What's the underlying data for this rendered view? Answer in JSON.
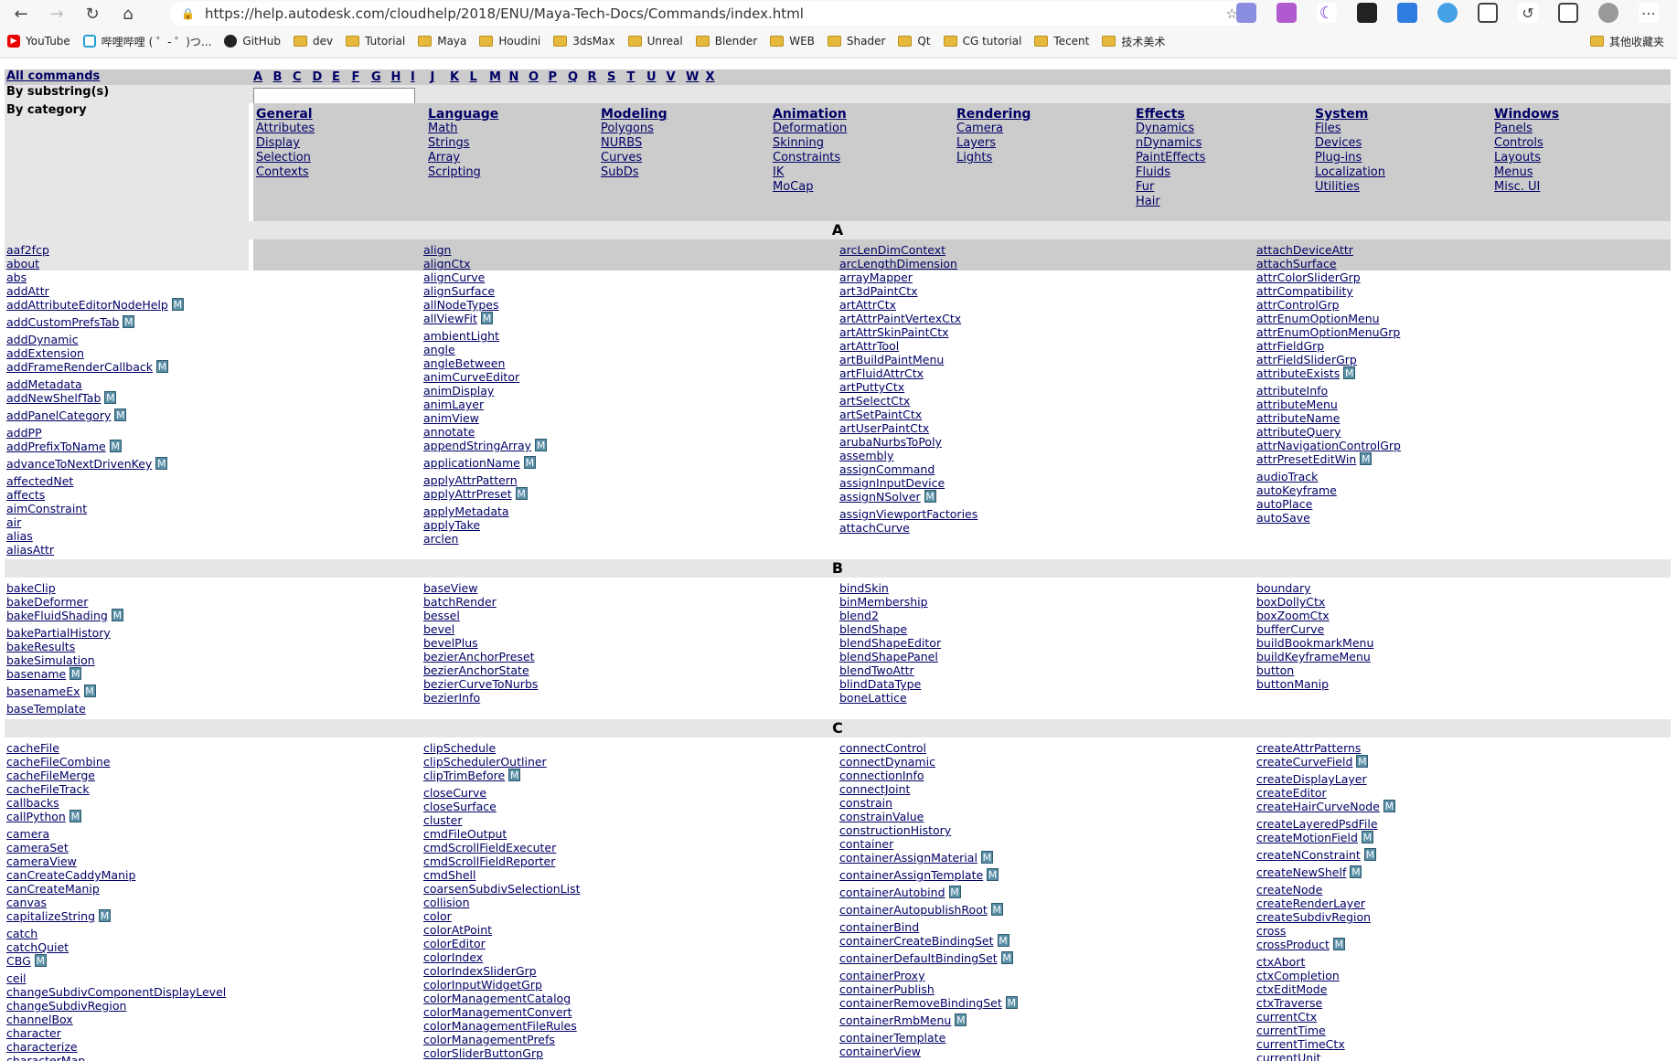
{
  "browser": {
    "url": "https://help.autodesk.com/cloudhelp/2018/ENU/Maya-Tech-Docs/Commands/index.html",
    "bookmarks": [
      "YouTube",
      "哔哩哔哩 ( ゜- ゜)つ...",
      "GitHub",
      "dev",
      "Tutorial",
      "Maya",
      "Houdini",
      "3dsMax",
      "Unreal",
      "Blender",
      "WEB",
      "Shader",
      "Qt",
      "CG tutorial",
      "Tecent",
      "技术美术"
    ],
    "other_bookmarks": "其他收藏夹"
  },
  "nav": {
    "all_commands": "All commands",
    "by_substring": "By substring(s)",
    "by_category": "By category",
    "letters": [
      "A",
      "B",
      "C",
      "D",
      "E",
      "F",
      "G",
      "H",
      "I",
      "J",
      "K",
      "L",
      "M",
      "N",
      "O",
      "P",
      "Q",
      "R",
      "S",
      "T",
      "U",
      "V",
      "W",
      "X"
    ]
  },
  "categories": [
    {
      "head": "General",
      "items": [
        "Attributes",
        "Display",
        "Selection",
        "Contexts"
      ]
    },
    {
      "head": "Language",
      "items": [
        "Math",
        "Strings",
        "Array",
        "Scripting"
      ]
    },
    {
      "head": "Modeling",
      "items": [
        "Polygons",
        "NURBS",
        "Curves",
        "SubDs"
      ]
    },
    {
      "head": "Animation",
      "items": [
        "Deformation",
        "Skinning",
        "Constraints",
        "IK",
        "MoCap"
      ]
    },
    {
      "head": "Rendering",
      "items": [
        "Camera",
        "Layers",
        "Lights"
      ]
    },
    {
      "head": "Effects",
      "items": [
        "Dynamics",
        "nDynamics",
        "PaintEffects",
        "Fluids",
        "Fur",
        "Hair"
      ]
    },
    {
      "head": "System",
      "items": [
        "Files",
        "Devices",
        "Plug-ins",
        "Localization",
        "Utilities"
      ]
    },
    {
      "head": "Windows",
      "items": [
        "Panels",
        "Controls",
        "Layouts",
        "Menus",
        "Misc. UI"
      ]
    }
  ],
  "m_badge": "M",
  "sections": [
    {
      "letter": "A",
      "cols": [
        [
          "aaf2fcp",
          "about",
          "abs",
          "addAttr",
          "addAttributeEditorNodeHelp*",
          "addCustomPrefsTab*",
          "addDynamic",
          "addExtension",
          "addFrameRenderCallback*",
          "addMetadata",
          "addNewShelfTab*",
          "addPanelCategory*",
          "addPP",
          "addPrefixToName*",
          "advanceToNextDrivenKey*",
          "affectedNet",
          "affects",
          "aimConstraint",
          "air",
          "alias",
          "aliasAttr"
        ],
        [
          "align",
          "alignCtx",
          "alignCurve",
          "alignSurface",
          "allNodeTypes",
          "allViewFit*",
          "ambientLight",
          "angle",
          "angleBetween",
          "animCurveEditor",
          "animDisplay",
          "animLayer",
          "animView",
          "annotate",
          "appendStringArray*",
          "applicationName*",
          "applyAttrPattern",
          "applyAttrPreset*",
          "applyMetadata",
          "applyTake",
          "arclen"
        ],
        [
          "arcLenDimContext",
          "arcLengthDimension",
          "arrayMapper",
          "art3dPaintCtx",
          "artAttrCtx",
          "artAttrPaintVertexCtx",
          "artAttrSkinPaintCtx",
          "artAttrTool",
          "artBuildPaintMenu",
          "artFluidAttrCtx",
          "artPuttyCtx",
          "artSelectCtx",
          "artSetPaintCtx",
          "artUserPaintCtx",
          "arubaNurbsToPoly",
          "assembly",
          "assignCommand",
          "assignInputDevice",
          "assignNSolver*",
          "assignViewportFactories",
          "attachCurve"
        ],
        [
          "attachDeviceAttr",
          "attachSurface",
          "attrColorSliderGrp",
          "attrCompatibility",
          "attrControlGrp",
          "attrEnumOptionMenu",
          "attrEnumOptionMenuGrp",
          "attrFieldGrp",
          "attrFieldSliderGrp",
          "attributeExists*",
          "attributeInfo",
          "attributeMenu",
          "attributeName",
          "attributeQuery",
          "attrNavigationControlGrp",
          "attrPresetEditWin*",
          "audioTrack",
          "autoKeyframe",
          "autoPlace",
          "autoSave"
        ]
      ]
    },
    {
      "letter": "B",
      "cols": [
        [
          "bakeClip",
          "bakeDeformer",
          "bakeFluidShading*",
          "bakePartialHistory",
          "bakeResults",
          "bakeSimulation",
          "basename*",
          "basenameEx*",
          "baseTemplate"
        ],
        [
          "baseView",
          "batchRender",
          "bessel",
          "bevel",
          "bevelPlus",
          "bezierAnchorPreset",
          "bezierAnchorState",
          "bezierCurveToNurbs",
          "bezierInfo"
        ],
        [
          "bindSkin",
          "binMembership",
          "blend2",
          "blendShape",
          "blendShapeEditor",
          "blendShapePanel",
          "blendTwoAttr",
          "blindDataType",
          "boneLattice"
        ],
        [
          "boundary",
          "boxDollyCtx",
          "boxZoomCtx",
          "bufferCurve",
          "buildBookmarkMenu",
          "buildKeyframeMenu",
          "button",
          "buttonManip"
        ]
      ]
    },
    {
      "letter": "C",
      "cols": [
        [
          "cacheFile",
          "cacheFileCombine",
          "cacheFileMerge",
          "cacheFileTrack",
          "callbacks",
          "callPython*",
          "camera",
          "cameraSet",
          "cameraView",
          "canCreateCaddyManip",
          "canCreateManip",
          "canvas",
          "capitalizeString*",
          "catch",
          "catchQuiet",
          "CBG*",
          "ceil",
          "changeSubdivComponentDisplayLevel",
          "changeSubdivRegion",
          "channelBox",
          "character",
          "characterize",
          "characterMap"
        ],
        [
          "clipSchedule",
          "clipSchedulerOutliner",
          "clipTrimBefore*",
          "closeCurve",
          "closeSurface",
          "cluster",
          "cmdFileOutput",
          "cmdScrollFieldExecuter",
          "cmdScrollFieldReporter",
          "cmdShell",
          "coarsenSubdivSelectionList",
          "collision",
          "color",
          "colorAtPoint",
          "colorEditor",
          "colorIndex",
          "colorIndexSliderGrp",
          "colorInputWidgetGrp",
          "colorManagementCatalog",
          "colorManagementConvert",
          "colorManagementFileRules",
          "colorManagementPrefs",
          "colorSliderButtonGrp"
        ],
        [
          "connectControl",
          "connectDynamic",
          "connectionInfo",
          "connectJoint",
          "constrain",
          "constrainValue",
          "constructionHistory",
          "container",
          "containerAssignMaterial*",
          "containerAssignTemplate*",
          "containerAutobind*",
          "containerAutopublishRoot*",
          "containerBind",
          "containerCreateBindingSet*",
          "containerDefaultBindingSet*",
          "containerProxy",
          "containerPublish",
          "containerRemoveBindingSet*",
          "containerRmbMenu*",
          "containerTemplate",
          "containerView"
        ],
        [
          "createAttrPatterns",
          "createCurveField*",
          "createDisplayLayer",
          "createEditor",
          "createHairCurveNode*",
          "createLayeredPsdFile",
          "createMotionField*",
          "createNConstraint*",
          "createNewShelf*",
          "createNode",
          "createRenderLayer",
          "createSubdivRegion",
          "cross",
          "crossProduct*",
          "ctxAbort",
          "ctxCompletion",
          "ctxEditMode",
          "ctxTraverse",
          "currentCtx",
          "currentTime",
          "currentTimeCtx",
          "currentUnit"
        ]
      ]
    }
  ]
}
